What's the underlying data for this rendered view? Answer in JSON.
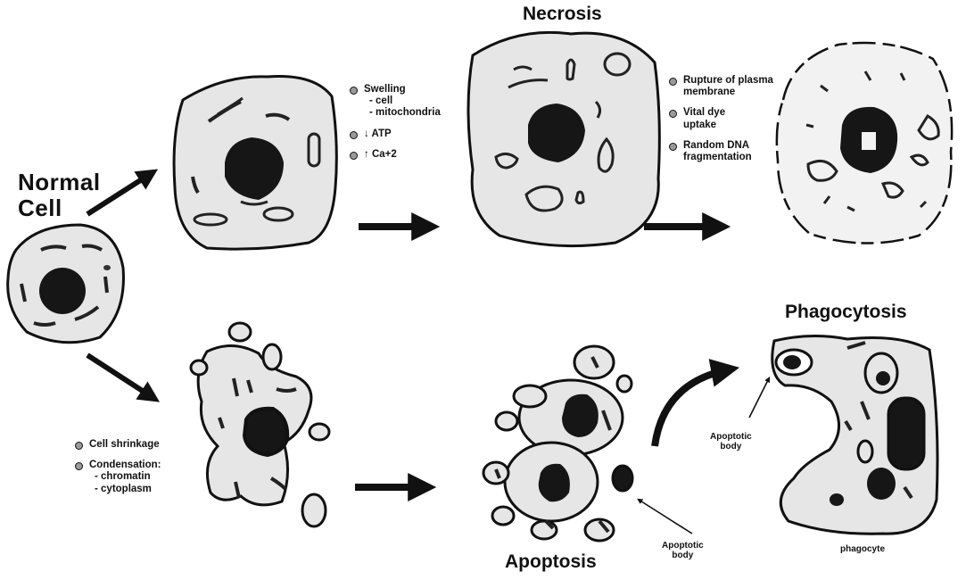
{
  "labels": {
    "normal_cell": "Normal",
    "normal_cell_2": "Cell",
    "necrosis": "Necrosis",
    "phagocytosis": "Phagocytosis",
    "apoptosis": "Apoptosis",
    "apoptotic_body_upper": "Apoptotic",
    "apoptotic_body_upper_2": "body",
    "apoptotic_body_lower": "Apoptotic",
    "apoptotic_body_lower_2": "body",
    "phagocyte": "phagocyte"
  },
  "swelling_notes": {
    "item1": "Swelling",
    "item1_sub1": "- cell",
    "item1_sub2": "- mitochondria",
    "item2": "↓ ATP",
    "item3": "↑ Ca+2"
  },
  "rupture_notes": {
    "item1": "Rupture of plasma",
    "item1_b": "membrane",
    "item2": "Vital dye",
    "item2_b": "uptake",
    "item3": "Random DNA",
    "item3_b": "fragmentation"
  },
  "shrinkage_notes": {
    "item1": "Cell shrinkage",
    "item2": "Condensation:",
    "item2_sub1": "- chromatin",
    "item2_sub2": "- cytoplasm"
  },
  "colors": {
    "ink": "#111111",
    "cell_fill": "#e6e6e6",
    "nucleus": "#161616"
  }
}
